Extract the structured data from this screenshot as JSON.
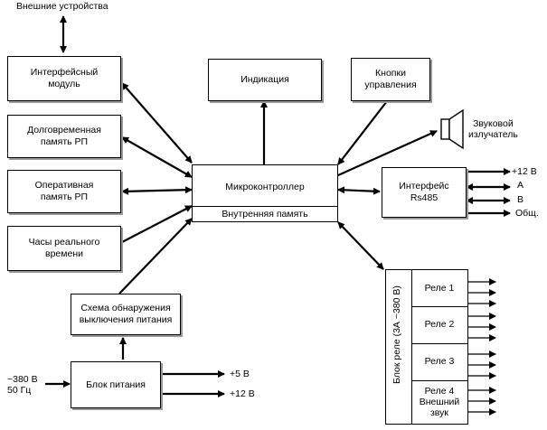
{
  "colors": {
    "line": "#000000",
    "box_fill": "#ffffff"
  },
  "labels": {
    "external_devices": "Внешние устройства",
    "speaker": "Звуковой\nизлучатель",
    "power_in": "~380 В\n50 Гц",
    "out_5v": "+5 В",
    "out_12v": "+12 В",
    "rs_12v": "+12 В",
    "rs_a": "A",
    "rs_b": "B",
    "rs_gnd": "Общ."
  },
  "boxes": {
    "interface_module": "Интерфейсный\nмодуль",
    "longterm_memory": "Долговременная\nпамять РП",
    "ram": "Оперативная\nпамять РП",
    "rtc": "Часы реального\nвремени",
    "power_detect": "Схема обнаружения\nвыключения питания",
    "power_supply": "Блок питания",
    "indication": "Индикация",
    "buttons": "Кнопки\nуправления",
    "microcontroller": "Микроконтроллер",
    "internal_memory": "Внутренняя память",
    "rs485": "Интерфейс\nRs485",
    "relay_block": "Блок реле (3А ~380 В)",
    "relay1": "Реле 1",
    "relay2": "Реле 2",
    "relay3": "Реле 3",
    "relay4": "Реле 4\nВнешний\nзвук"
  }
}
